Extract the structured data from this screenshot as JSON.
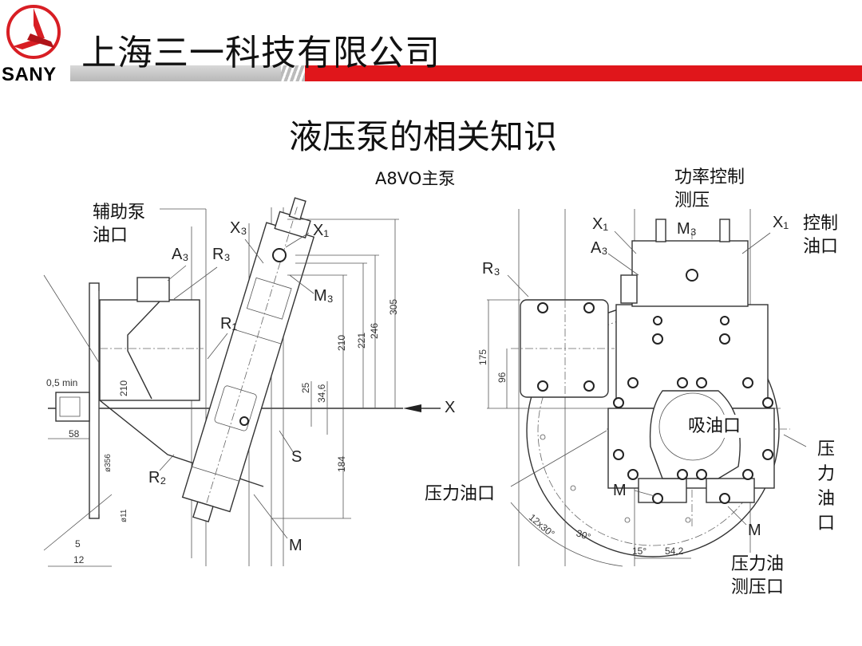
{
  "header": {
    "brand": "SANY",
    "company": "上海三一科技有限公司",
    "colors": {
      "brand_red": "#e0161b",
      "bar_grey": "#c4c4c4"
    }
  },
  "slide": {
    "title": "液压泵的相关知识",
    "subtitle": "A8VO主泵"
  },
  "annotations": {
    "aux_pump_port": "辅助泵油口",
    "power_control_pressure": "功率控制测压",
    "control_oil_port": "控制油口",
    "suction_port": "吸油口",
    "pressure_port_left": "压力油口",
    "pressure_port_right": "压力油口",
    "pressure_test_port": "压力油测压口"
  },
  "left_drawing": {
    "labels": {
      "x3": "X₃",
      "x1": "X₁",
      "a3": "A₃",
      "r3": "R₃",
      "m3": "M₃",
      "r1": "R₁",
      "r2": "R₂",
      "s": "S",
      "m": "M",
      "axis": "X"
    },
    "dimensions": {
      "d210a": "210",
      "d221": "221",
      "d246": "246",
      "d305": "305",
      "d25": "25",
      "d346": "34,6",
      "d184": "184",
      "d210b": "210",
      "min": "0,5 min",
      "d58": "58",
      "d356": "ø356",
      "d11": "ø11",
      "d5": "5",
      "d12": "12"
    }
  },
  "right_drawing": {
    "labels": {
      "x1a": "X₁",
      "a3": "A₃",
      "m3": "M₃",
      "x1b": "X₁",
      "r3": "R₃",
      "m_left": "M",
      "m_right": "M"
    },
    "dimensions": {
      "d175": "175",
      "d96": "96",
      "d12x30": "12x30°",
      "d30": "30°",
      "d15": "15°",
      "d542": "54,2"
    }
  }
}
